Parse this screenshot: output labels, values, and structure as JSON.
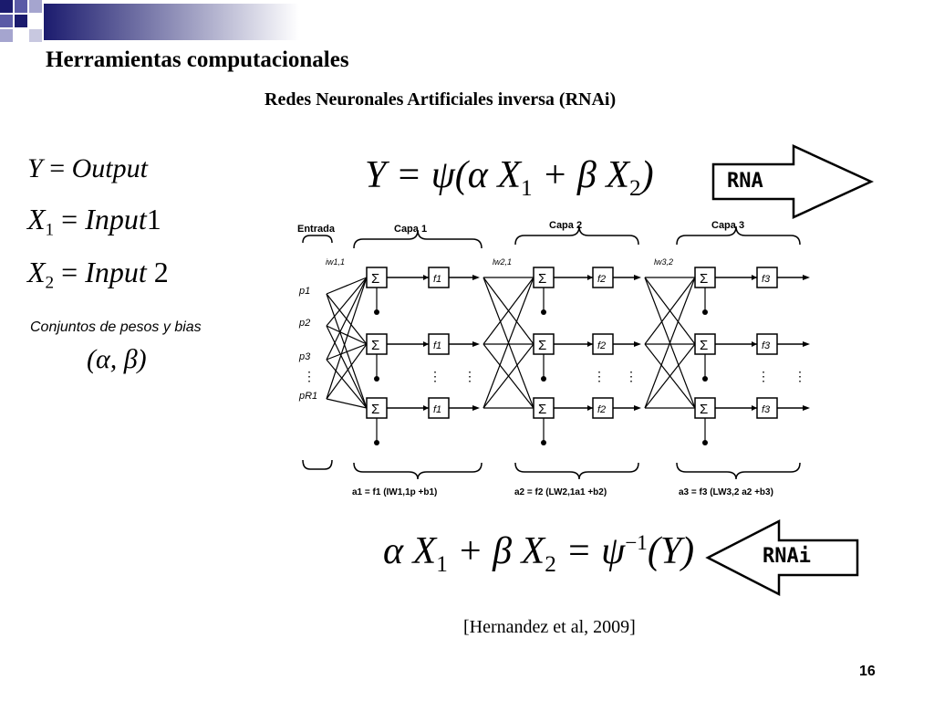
{
  "title": "Herramientas computacionales",
  "subtitle": "Redes Neuronales Artificiales  inversa (RNAi)",
  "definitions": {
    "y": {
      "lhs": "Y",
      "rhs": "Output"
    },
    "x1": {
      "lhs": "X",
      "sub": "1",
      "rhs": "Input",
      "num": "1"
    },
    "x2": {
      "lhs": "X",
      "sub": "2",
      "rhs": "Input",
      "num": "2"
    }
  },
  "weights_caption": "Conjuntos de pesos y bias",
  "weights_pair": "(α, β)",
  "forward_equation": {
    "text": "Y = ψ(α X",
    "sub1": "1",
    "mid": " + β X",
    "sub2": "2",
    "end": ")"
  },
  "forward_label": "RNA",
  "inverse_equation": {
    "a": "α X",
    "sub1": "1",
    "b": " + β X",
    "sub2": "2",
    "c": " = ψ",
    "sup": "−1",
    "d": "(Y)"
  },
  "inverse_label": "RNAi",
  "network": {
    "input_header": "Entrada",
    "layer_headers": [
      "Capa 1",
      "Capa 2",
      "Capa 3"
    ],
    "inputs": [
      "p1",
      "p2",
      "p3",
      "pR1"
    ],
    "sum_symbol": "Σ",
    "transfer": [
      "f1",
      "f2",
      "f3"
    ],
    "weight_labels": [
      "iw1,1",
      "lw2,1",
      "lw3,2"
    ],
    "formulas": [
      "a1 = f1 (IW1,1p +b1)",
      "a2 = f2 (LW2,1a1 +b2)",
      "a3 = f3 (LW3,2 a2 +b3)"
    ]
  },
  "citation": "[Hernandez et al, 2009]",
  "page_number": "16"
}
